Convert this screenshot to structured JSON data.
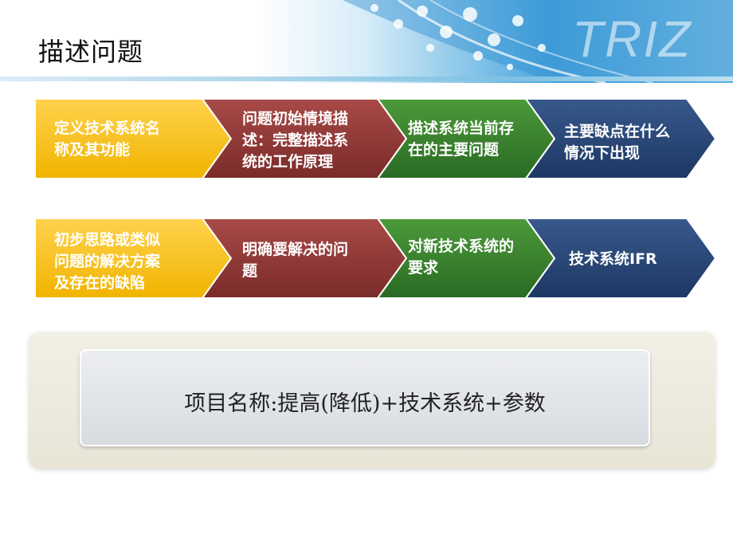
{
  "page": {
    "title": "描述问题",
    "logo_text": "TRIZ"
  },
  "row1": [
    {
      "text": "定义技术系统名\n称及其功能",
      "color": "#ffc000"
    },
    {
      "text": "问题初始情境描\n述：完整描述系\n统的工作原理",
      "color": "#953735"
    },
    {
      "text": "描述系统当前存\n在的主要问题",
      "color": "#2e7d32"
    },
    {
      "text": "主要缺点在什么\n情况下出现",
      "color": "#1f3864"
    }
  ],
  "row2": [
    {
      "text": "初步思路或类似\n问题的解决方案\n及存在的缺陷",
      "color": "#ffc000"
    },
    {
      "text": "明确要解决的问\n题",
      "color": "#953735"
    },
    {
      "text": "对新技术系统的\n要求",
      "color": "#2e7d32"
    },
    {
      "text": "技术系统IFR",
      "color": "#1f3864"
    }
  ],
  "project": {
    "label": "项目名称:提高(降低)+技术系统+参数"
  }
}
